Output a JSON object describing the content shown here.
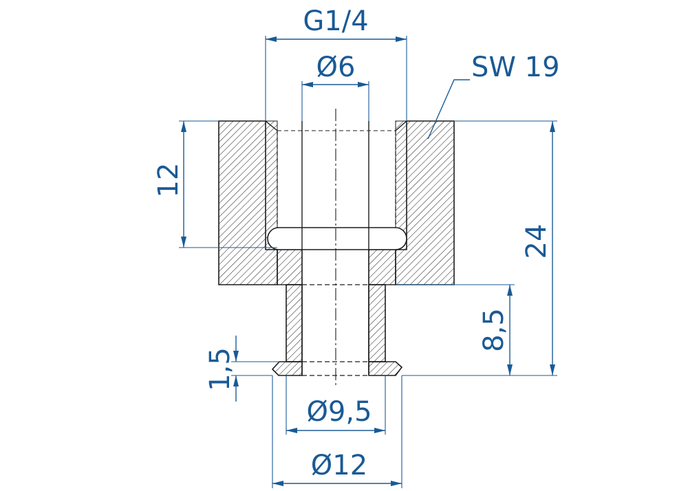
{
  "colors": {
    "outline": "#1c1c1c",
    "hatch": "#2a2a2a",
    "dimension": "#1a5a96",
    "extension": "#1a5a96",
    "background": "#ffffff"
  },
  "dimensions": {
    "thread": "G1/4",
    "bore": "Ø6",
    "wrench_size": "SW 19",
    "thread_depth": "12",
    "total_height": "24",
    "shank_height": "8,5",
    "flange_height": "1,5",
    "shank_diameter": "Ø9,5",
    "flange_diameter": "Ø12"
  }
}
